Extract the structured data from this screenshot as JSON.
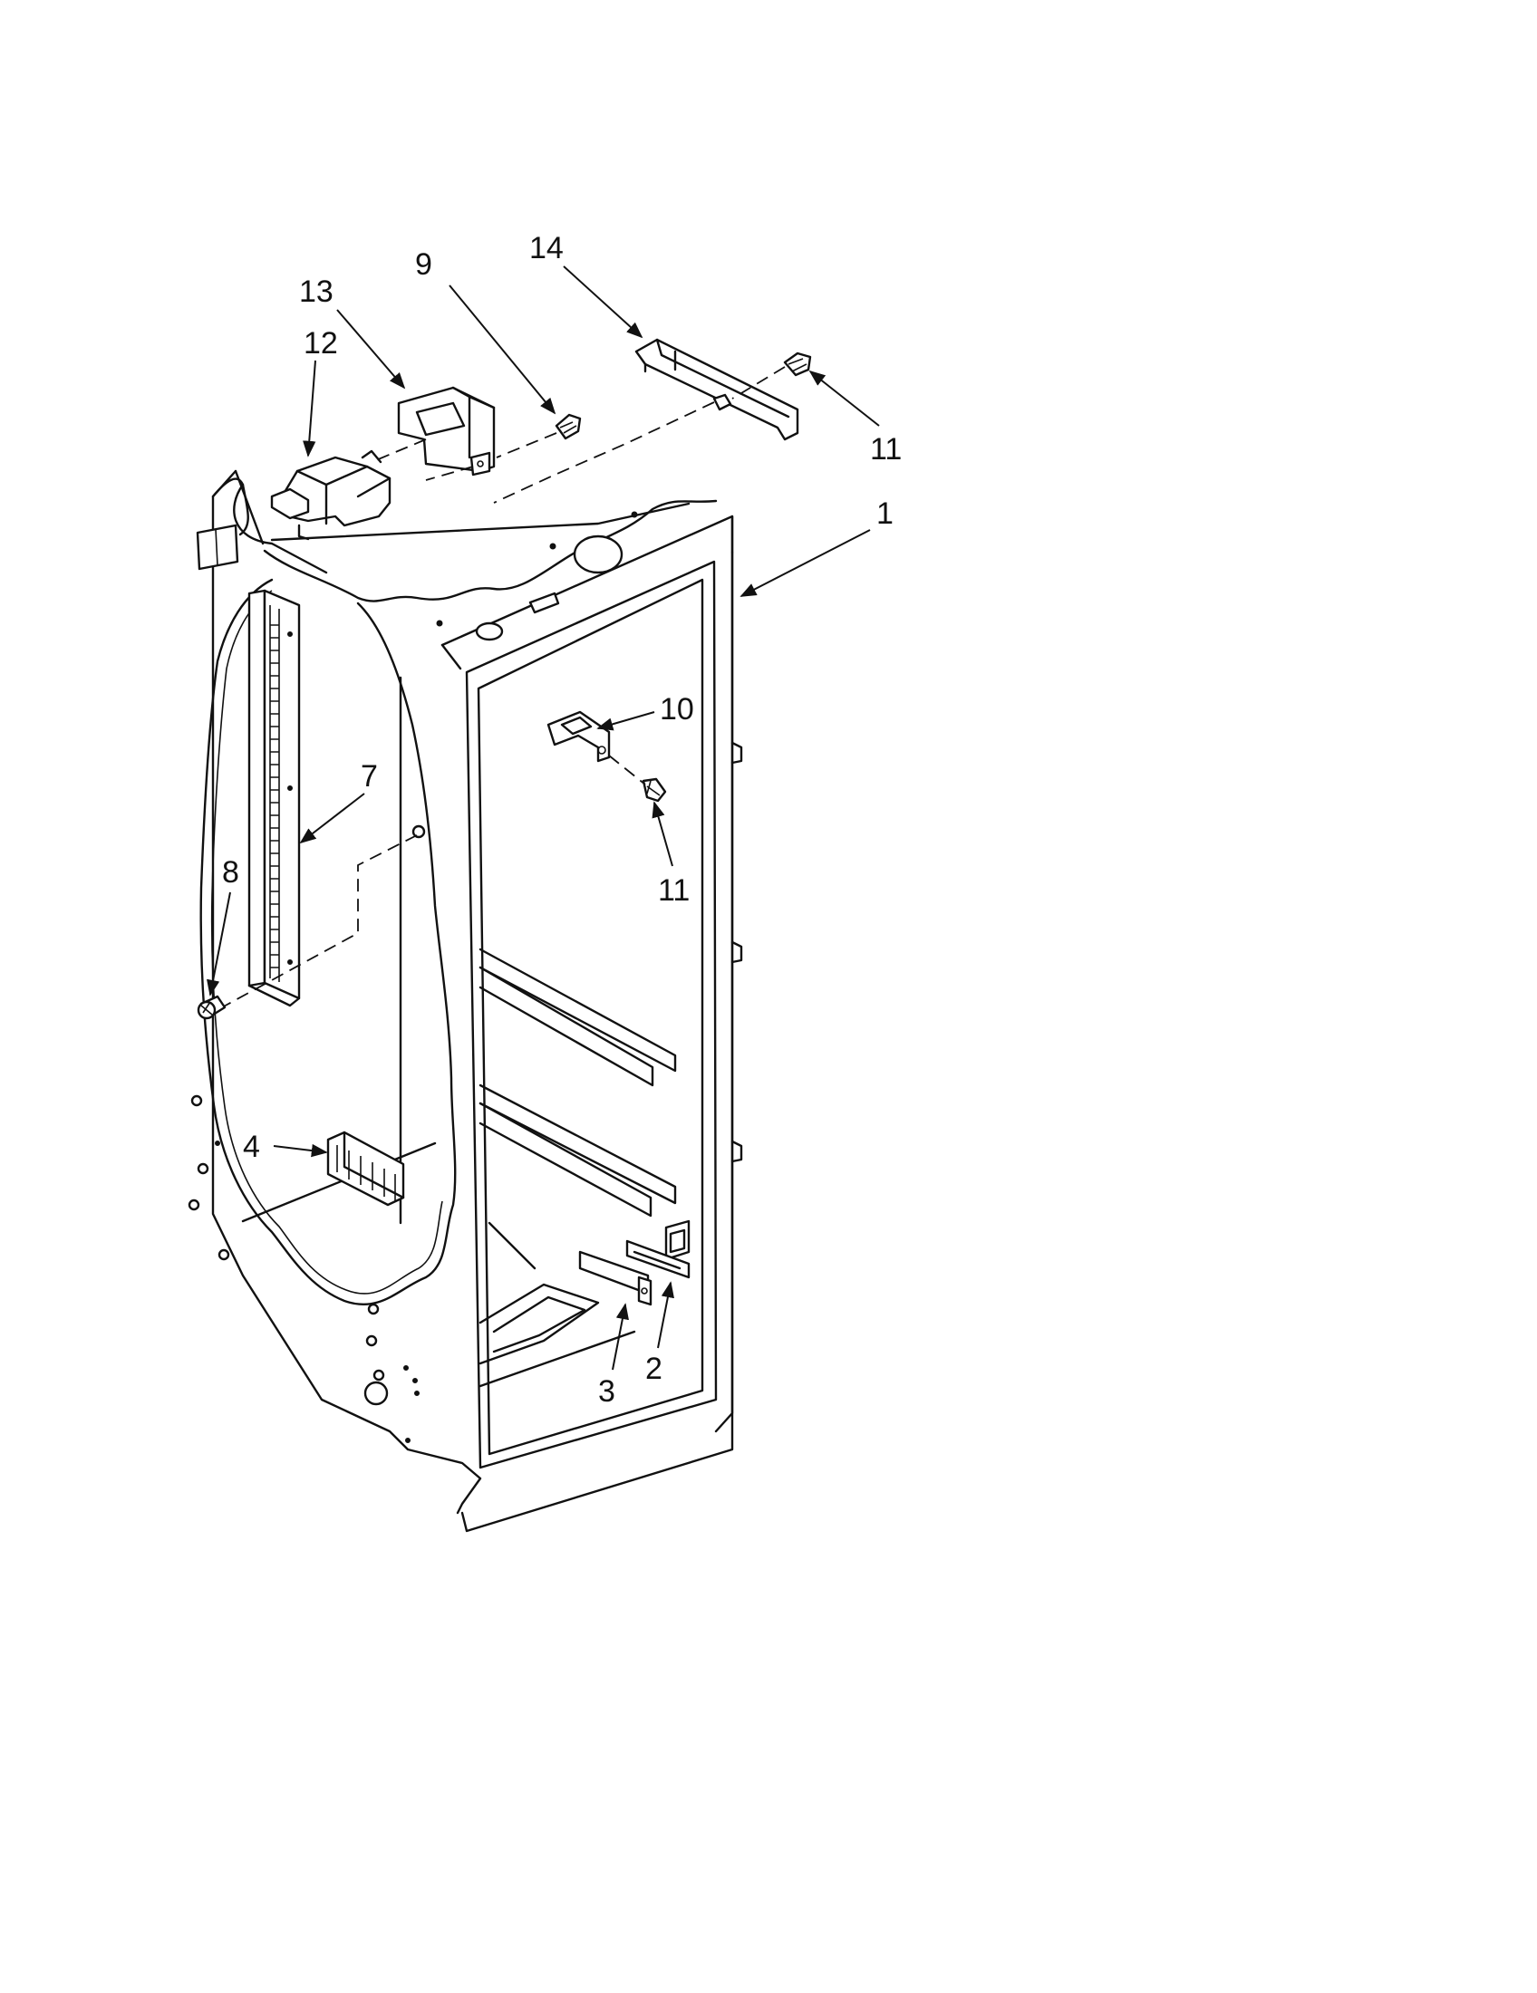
{
  "colors": {
    "ink": "#111111",
    "paper": "#ffffff"
  },
  "callouts": [
    {
      "id": "1",
      "text": "1"
    },
    {
      "id": "2",
      "text": "2"
    },
    {
      "id": "3",
      "text": "3"
    },
    {
      "id": "4",
      "text": "4"
    },
    {
      "id": "7",
      "text": "7"
    },
    {
      "id": "8",
      "text": "8"
    },
    {
      "id": "9",
      "text": "9"
    },
    {
      "id": "10",
      "text": "10"
    },
    {
      "id": "11a",
      "text": "11"
    },
    {
      "id": "11b",
      "text": "11"
    },
    {
      "id": "12",
      "text": "12"
    },
    {
      "id": "13",
      "text": "13"
    },
    {
      "id": "14",
      "text": "14"
    }
  ]
}
